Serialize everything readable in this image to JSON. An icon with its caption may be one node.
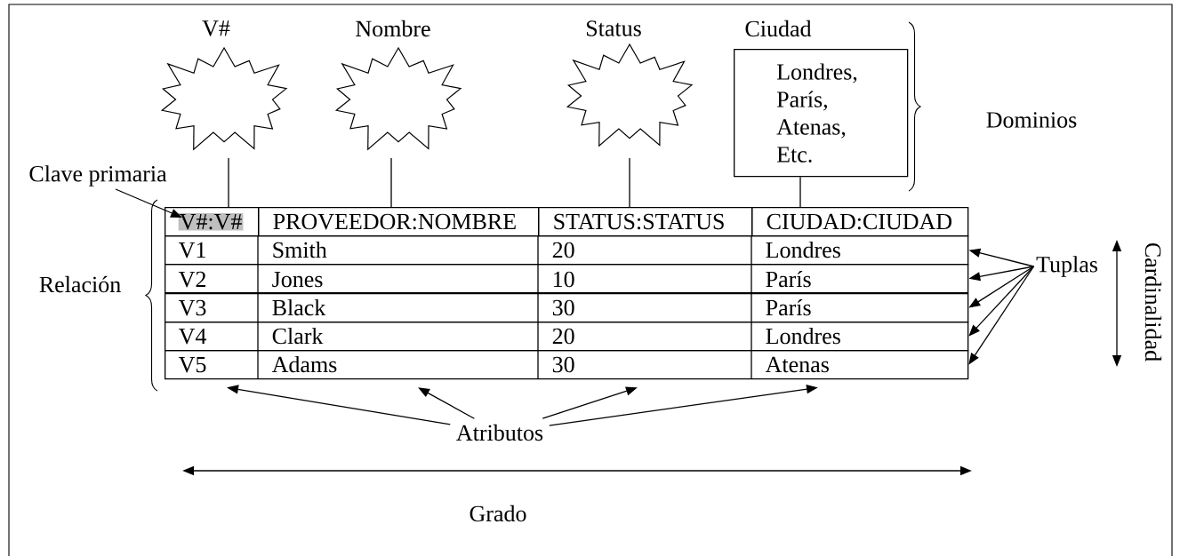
{
  "diagram": {
    "nodes": [
      {
        "text": [
          "V#"
        ]
      },
      {
        "text": [
          "Nombre"
        ]
      },
      {
        "text": [
          "Status"
        ]
      },
      {
        "text": [
          "Ciudad",
          "Londres, París, Atenas, Etc."
        ]
      },
      {
        "text": [
          "Clave primaria"
        ]
      },
      {
        "text": [
          "V#:V#"
        ]
      },
      {
        "text": [
          "PROVEEDOR:NOMBRE"
        ]
      },
      {
        "text": [
          "STATUS:STATUS"
        ]
      },
      {
        "text": [
          "CIUDAD:CIUDAD"
        ]
      },
      {
        "text": [
          "V1",
          "Smith",
          "20",
          "Londres"
        ]
      },
      {
        "text": [
          "V2",
          "Jones",
          "10",
          "París"
        ]
      },
      {
        "text": [
          "V3",
          "Black",
          "30",
          "París"
        ]
      },
      {
        "text": [
          "V4",
          "Clark",
          "20",
          "Londres"
        ]
      },
      {
        "text": [
          "V5",
          "Adams",
          "30",
          "Atenas"
        ]
      },
      {
        "text": [
          "Tuplas"
        ]
      },
      {
        "text": [
          "Atributos"
        ]
      }
    ],
    "edges": [
      {
        "from": 0,
        "to": 5,
        "arrow": "none"
      },
      {
        "from": 1,
        "to": 6,
        "arrow": "none"
      },
      {
        "from": 2,
        "to": 7,
        "arrow": "none"
      },
      {
        "from": 3,
        "to": 8,
        "arrow": "none"
      },
      {
        "from": 4,
        "to": 5,
        "arrow": "to"
      },
      {
        "from": 14,
        "to": 9,
        "arrow": "to"
      },
      {
        "from": 14,
        "to": 10,
        "arrow": "to"
      },
      {
        "from": 14,
        "to": 11,
        "arrow": "to"
      },
      {
        "from": 14,
        "to": 12,
        "arrow": "to"
      },
      {
        "from": 14,
        "to": 13,
        "arrow": "to"
      },
      {
        "from": 15,
        "to": 13,
        "arrow": "to"
      },
      {
        "from": 15,
        "to": 13,
        "arrow": "to"
      },
      {
        "from": 15,
        "to": 13,
        "arrow": "to"
      },
      {
        "from": 15,
        "to": 13,
        "arrow": "to"
      }
    ],
    "labels": [
      "Dominios",
      "Relación",
      "Cardinalidad",
      "Grado"
    ]
  }
}
